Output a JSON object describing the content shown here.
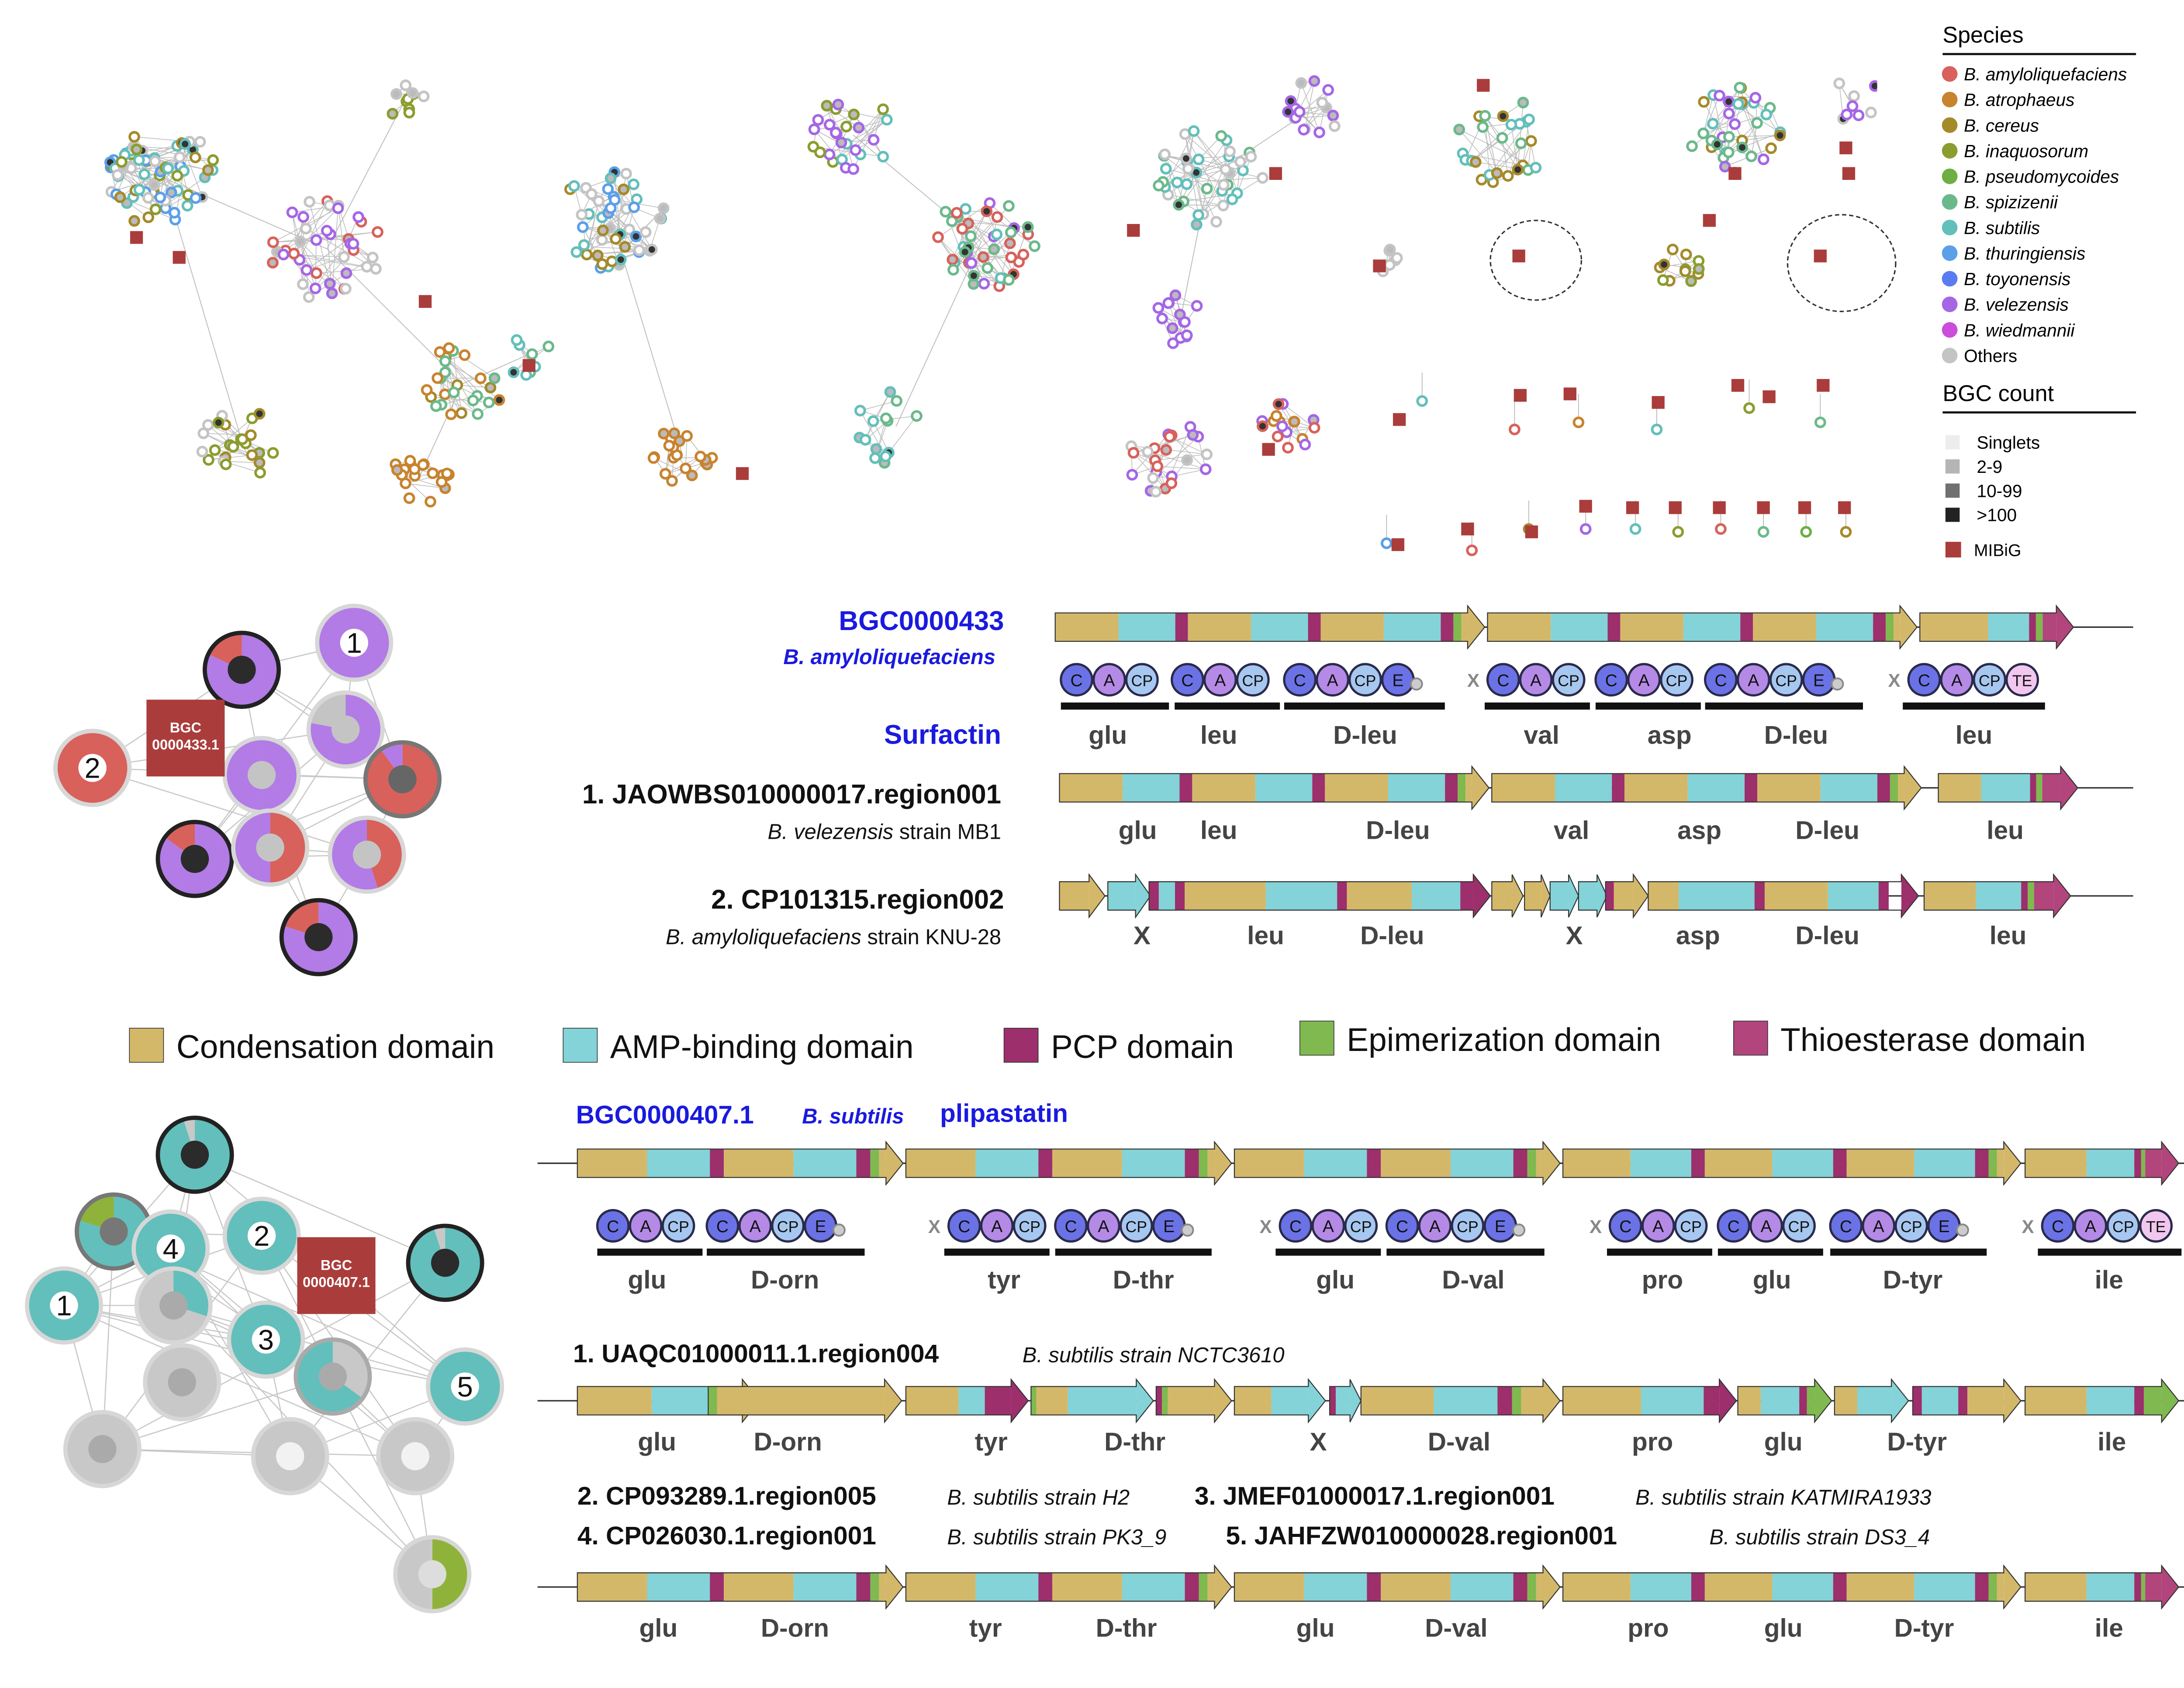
{
  "colors": {
    "condensation": "#d4b86a",
    "amp": "#83d3d8",
    "pcp": "#9c2f6c",
    "epimerization": "#7fb94f",
    "thioesterase": "#b1457c",
    "mibig": "#aa3d3b",
    "domain_C": "#6b72e6",
    "domain_A": "#b58ae6",
    "domain_CP": "#a6c7f0",
    "domain_E": "#6b72e6",
    "domain_TE": "#f2c7ef",
    "blue_title": "#1a1adf",
    "species_palette": [
      "#d8615b",
      "#c8832e",
      "#a58a2a",
      "#8a9d2e",
      "#6eaf43",
      "#6bb98b",
      "#63bfbb",
      "#5b9fe8",
      "#5b7cf0",
      "#a566e6",
      "#cc4ddb",
      "#c4c4c4"
    ]
  },
  "legend": {
    "species_title": "Species",
    "species": [
      {
        "name": "B. amyloliquefaciens",
        "color": "#d8615b"
      },
      {
        "name": "B. atrophaeus",
        "color": "#c8832e"
      },
      {
        "name": "B. cereus",
        "color": "#a58a2a"
      },
      {
        "name": "B. inaquosorum",
        "color": "#8a9d2e"
      },
      {
        "name": "B. pseudomycoides",
        "color": "#6eaf43"
      },
      {
        "name": "B. spizizenii",
        "color": "#6bb98b"
      },
      {
        "name": "B. subtilis",
        "color": "#63bfbb"
      },
      {
        "name": "B. thuringiensis",
        "color": "#5b9fe8"
      },
      {
        "name": "B. toyonensis",
        "color": "#5b7cf0"
      },
      {
        "name": "B. velezensis",
        "color": "#a566e6"
      },
      {
        "name": "B. wiedmannii",
        "color": "#cc4ddb"
      },
      {
        "name": "Others",
        "color": "#c4c4c4"
      }
    ],
    "bgc_title": "BGC count",
    "bgc_counts": [
      {
        "label": "Singlets",
        "color": "#ededed"
      },
      {
        "label": "2-9",
        "color": "#b5b5b5"
      },
      {
        "label": "10-99",
        "color": "#707070"
      },
      {
        "label": ">100",
        "color": "#222222"
      }
    ],
    "mibig_label": "MIBiG"
  },
  "domain_legend": [
    {
      "label": "Condensation domain",
      "color": "#d4b86a"
    },
    {
      "label": "AMP-binding domain",
      "color": "#83d3d8"
    },
    {
      "label": "PCP domain",
      "color": "#9c2f6c"
    },
    {
      "label": "Epimerization domain",
      "color": "#7fb94f"
    },
    {
      "label": "Thioesterase domain",
      "color": "#b1457c"
    }
  ],
  "surfactin": {
    "ref_id": "BGC0000433",
    "ref_species": "B. amyloliquefaciens",
    "product": "Surfactin",
    "ref_node_label": "BGC\n0000433.1",
    "modules": [
      "glu",
      "leu",
      "D-leu",
      "val",
      "asp",
      "D-leu",
      "leu"
    ],
    "hit1_title": "1. JAOWBS010000017.region001",
    "hit1_species": "B. velezensis",
    "hit1_strain": " strain MB1",
    "hit1_labels": [
      "glu",
      "leu",
      "D-leu",
      "val",
      "asp",
      "D-leu",
      "leu"
    ],
    "hit2_title": "2. CP101315.region002",
    "hit2_species": "B. amyloliquefaciens",
    "hit2_strain": " strain KNU-28",
    "hit2_labels": [
      "X",
      "leu",
      "D-leu",
      "X",
      "asp",
      "D-leu",
      "leu"
    ],
    "node_numbers": [
      "1",
      "2"
    ]
  },
  "plipastatin": {
    "ref_id": "BGC0000407.1",
    "ref_species": "B. subtilis",
    "product": "plipastatin",
    "ref_node_label": "BGC\n0000407.1",
    "modules": [
      "glu",
      "D-orn",
      "tyr",
      "D-thr",
      "glu",
      "D-val",
      "pro",
      "glu",
      "D-tyr",
      "ile"
    ],
    "hit1_title": "1. UAQC01000011.1.region004",
    "hit1_species": "B. subtilis strain NCTC3610",
    "hit1_labels": [
      "glu",
      "D-orn",
      "tyr",
      "D-thr",
      "X",
      "D-val",
      "pro",
      "glu",
      "D-tyr",
      "ile"
    ],
    "hit2_title": "2. CP093289.1.region005",
    "hit2_species": "B. subtilis strain H2",
    "hit3_title": "3. JMEF01000017.1.region001",
    "hit3_species": "B. subtilis strain KATMIRA1933",
    "hit4_title": "4. CP026030.1.region001",
    "hit4_species": "B. subtilis strain PK3_9",
    "hit5_title": "5. JAHFZW010000028.region001",
    "hit5_species": "B. subtilis strain DS3_4",
    "hit_rest_labels": [
      "glu",
      "D-orn",
      "tyr",
      "D-thr",
      "glu",
      "D-val",
      "pro",
      "glu",
      "D-tyr",
      "ile"
    ],
    "node_numbers": [
      "1",
      "2",
      "3",
      "4",
      "5"
    ]
  },
  "domain_letters": {
    "C": "C",
    "A": "A",
    "CP": "CP",
    "E": "E",
    "TE": "TE",
    "skip": "X"
  }
}
